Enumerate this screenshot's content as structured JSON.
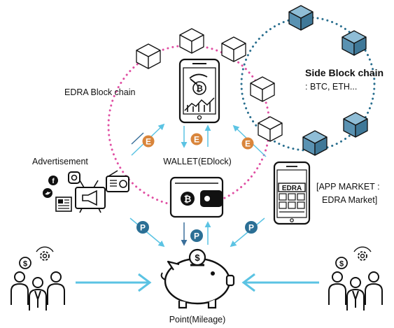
{
  "labels": {
    "edra_block_chain": "EDRA Block chain",
    "side_block_chain_title": "Side Block chain",
    "side_block_chain_coins": ": BTC, ETH...",
    "advertisement": "Advertisement",
    "wallet": "WALLET(EDlock)",
    "app_market_line1": "[APP MARKET :",
    "app_market_line2": "EDRA Market]",
    "point_mileage": "Point(Mileage)"
  },
  "app_screen": {
    "header_text": "EDRA"
  },
  "tokens": {
    "e_badge": "E",
    "p_badge": "P"
  },
  "colors": {
    "edra_chain_dots": "#e04fa3",
    "side_chain_dots": "#2a6f8f",
    "e_badge": "#d9853b",
    "p_badge": "#2b6f95",
    "arrow_light": "#5bc3e3",
    "arrow_dark": "#3a6f9a",
    "blue_cube": "#5a92b2",
    "outline": "#111111"
  },
  "icons": [
    "cube-icon",
    "smartphone-mining-icon",
    "wallet-icon",
    "tablet-app-icon",
    "piggy-bank-icon",
    "people-group-icon",
    "facebook-icon",
    "twitter-icon",
    "instagram-icon",
    "newspaper-icon",
    "tv-megaphone-icon",
    "radio-icon",
    "bitcoin-icon"
  ]
}
